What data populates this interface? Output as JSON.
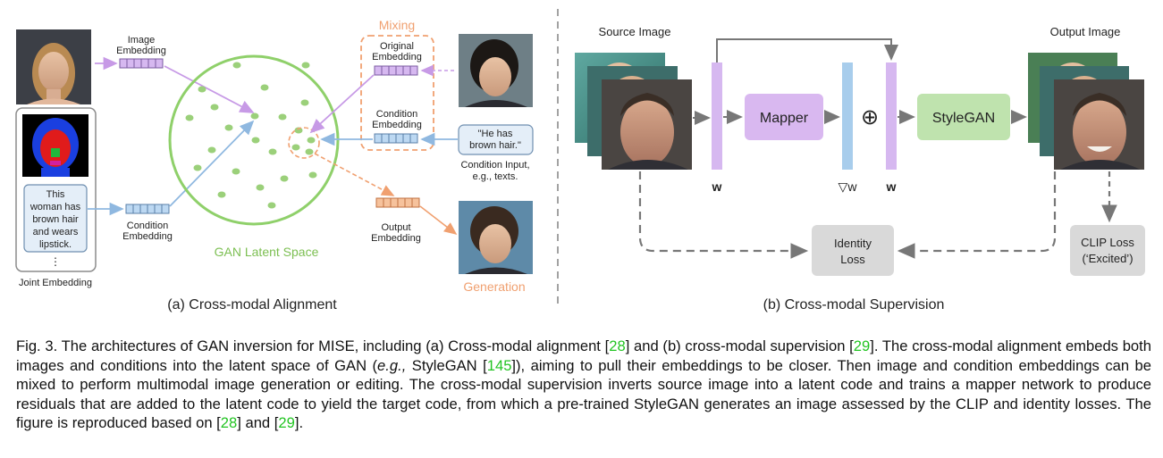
{
  "left": {
    "image_embedding_label": [
      "Image",
      "Embedding"
    ],
    "condition_embedding_label": [
      "Condition",
      "Embedding"
    ],
    "joint_embedding": "Joint Embedding",
    "text_box": [
      "This",
      "woman has",
      "brown hair",
      "and wears",
      "lipstick."
    ],
    "ellipsis": "⋮",
    "mixing": "Mixing",
    "original_embedding": [
      "Original",
      "Embedding"
    ],
    "condition_embedding_right": [
      "Condition",
      "Embedding"
    ],
    "speech": [
      "\"He has",
      "brown hair.\""
    ],
    "condition_input": [
      "Condition Input,",
      "e.g., texts."
    ],
    "output_embedding": [
      "Output",
      "Embedding"
    ],
    "generation": "Generation",
    "latent_space": "GAN Latent Space",
    "subcaption": "(a) Cross-modal Alignment"
  },
  "right": {
    "source_image": "Source Image",
    "output_image": "Output Image",
    "mapper": "Mapper",
    "stylegan": "StyleGAN",
    "plus": "⊕",
    "w1": "w",
    "nabla_w": "▽w",
    "w2": "w",
    "identity_loss": [
      "Identity",
      "Loss"
    ],
    "clip_loss": [
      "CLIP Loss",
      "(‘Excited’)"
    ],
    "subcaption": "(b) Cross-modal Supervision"
  },
  "caption": {
    "prefix": "Fig. 3.  The architectures of GAN inversion for MISE, including (a) Cross-modal alignment [",
    "ref1": "28",
    "t1": "] and (b) cross-modal supervision [",
    "ref2": "29",
    "t2": "]. The cross-modal alignment embeds both images and conditions into the latent space of GAN (",
    "eg": "e.g.,",
    "t3": " StyleGAN [",
    "ref3": "145",
    "t4": "]), aiming to pull their embeddings to be closer. Then image and condition embeddings can be mixed to perform multimodal image generation or editing. The cross-modal supervision inverts source image into a latent code and trains a mapper network to produce residuals that are added to the latent code to yield the target code, from which a pre-trained StyleGAN generates an image assessed by the CLIP and identity losses. The figure is reproduced based on [",
    "ref4": "28",
    "t5": "] and [",
    "ref5": "29",
    "t6": "]."
  },
  "colors": {
    "purple": "#c79ae6",
    "blue": "#9cc3e6",
    "orange": "#f0a070",
    "green_circle": "#8fd06a",
    "mapper_fill": "#d9b8f0",
    "stylegan_fill": "#bfe3ae",
    "loss_fill": "#d9d9d9",
    "ref_green": "#22c422"
  }
}
